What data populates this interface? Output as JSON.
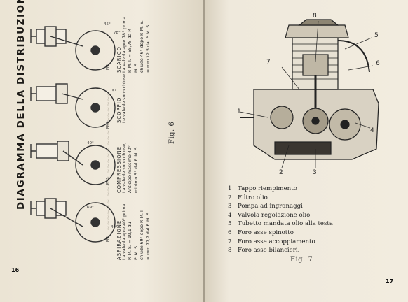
{
  "left_page": {
    "title": "DIAGRAMMA DELLA DISTRIBUZIONE",
    "page_number": "16",
    "figure_caption": "Fig. 6",
    "phases": [
      {
        "heading": "ASPIRAZIONE",
        "lines": [
          "La valvola apre 40° prima",
          "P. M. S. = 19,1 du",
          "P. M. S.",
          "chiude 69° dopo P. M. I.",
          "= mm 77,7 dal P. M. S."
        ],
        "pm_label": "PMI"
      },
      {
        "heading": "COMPRESSIONE",
        "lines": [
          "La valvole sono chiuse,",
          "Anticipo massimo 40°",
          "minimo 5° dal P. M. S."
        ],
        "pm_label": "PMS"
      },
      {
        "heading": "SCOPPIO",
        "lines": [
          "Le valvole sono chiuse"
        ],
        "pm_label": "PMS"
      },
      {
        "heading": "SCARICO",
        "lines": [
          "La valvola apre 78° prima",
          "P. M. I. = 55,78 da P.",
          "M. S.",
          "chiude 46° dopo P. M. S.",
          "= mm 12,5 dal P. M. S."
        ],
        "pm_label": "PMI"
      }
    ],
    "angle_labels": [
      "45°",
      "78°",
      "40°",
      "69°",
      "5°",
      "40°"
    ]
  },
  "right_page": {
    "page_number": "17",
    "figure_caption": "Fig. 7",
    "callouts": [
      "1",
      "2",
      "3",
      "4",
      "5",
      "6",
      "7",
      "8"
    ],
    "legend": [
      {
        "n": "1",
        "text": "Tappo riempimento"
      },
      {
        "n": "2",
        "text": "Filtro olio"
      },
      {
        "n": "3",
        "text": "Pompa ad ingranaggi"
      },
      {
        "n": "4",
        "text": "Valvola regolazione olio"
      },
      {
        "n": "5",
        "text": "Tubetto mandata olio alla testa"
      },
      {
        "n": "6",
        "text": "Foro asse spinotto"
      },
      {
        "n": "7",
        "text": "Foro asse accoppiamento"
      },
      {
        "n": "8",
        "text": "Foro asse bilancieri."
      }
    ]
  }
}
